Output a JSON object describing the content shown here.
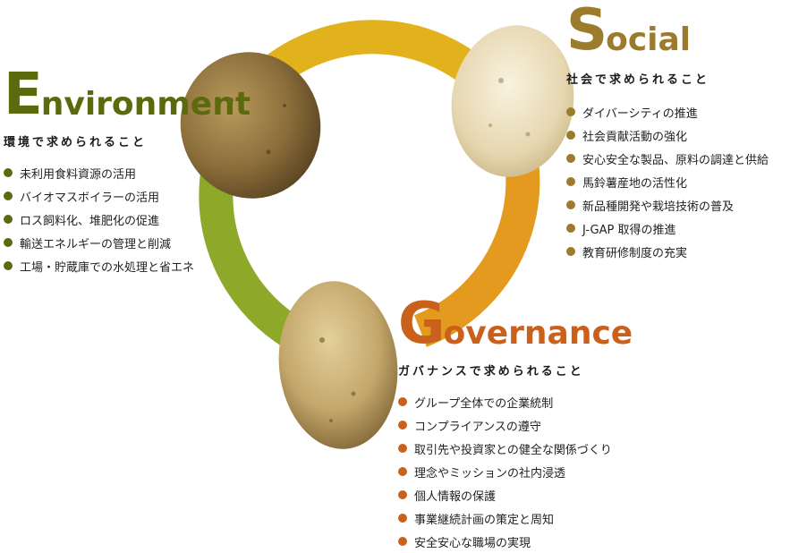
{
  "colors": {
    "ring_top": "#e2b21c",
    "ring_right": "#e39a1e",
    "ring_left": "#8ea82a",
    "environment": "#5c6a0e",
    "social": "#9c7b2c",
    "governance": "#c9611c"
  },
  "environment": {
    "initial": "E",
    "rest": "nvironment",
    "subtitle": "環境で求められること",
    "items": [
      "未利用食料資源の活用",
      "バイオマスボイラーの活用",
      "ロス飼料化、堆肥化の促進",
      "輸送エネルギーの管理と削減",
      "工場・貯蔵庫での水処理と省エネ"
    ]
  },
  "social": {
    "initial": "S",
    "rest": "ocial",
    "subtitle": "社会で求められること",
    "items": [
      "ダイバーシティの推進",
      "社会貢献活動の強化",
      "安心安全な製品、原料の調達と供給",
      "馬鈴薯産地の活性化",
      "新品種開発や栽培技術の普及",
      "J-GAP 取得の推進",
      "教育研修制度の充実"
    ]
  },
  "governance": {
    "initial": "G",
    "rest": "overnance",
    "subtitle": "ガバナンスで求められること",
    "items": [
      "グループ全体での企業統制",
      "コンプライアンスの遵守",
      "取引先や投資家との健全な関係づくり",
      "理念やミッションの社内浸透",
      "個人情報の保護",
      "事業継続計画の策定と周知",
      "安全安心な職場の実現"
    ]
  }
}
